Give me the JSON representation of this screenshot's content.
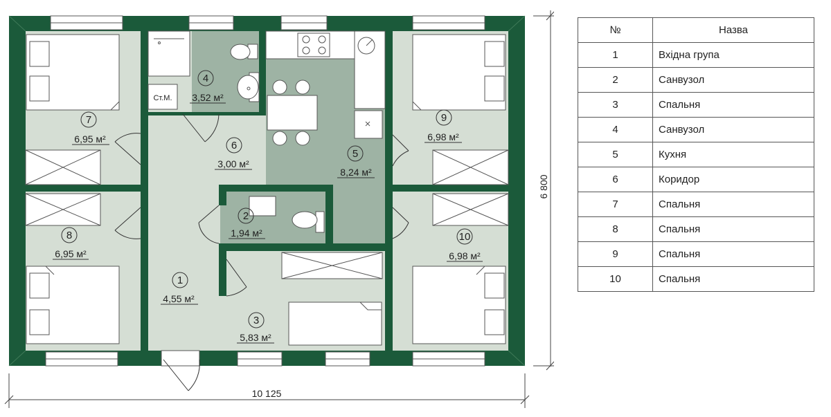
{
  "plan": {
    "overall_width_label": "10 125",
    "overall_height_label": "6 800",
    "closet_label": "Ст.М.",
    "rooms": [
      {
        "num": "1",
        "area": "4,55 м²"
      },
      {
        "num": "2",
        "area": "1,94 м²"
      },
      {
        "num": "3",
        "area": "5,83 м²"
      },
      {
        "num": "4",
        "area": "3,52 м²"
      },
      {
        "num": "5",
        "area": "8,24 м²"
      },
      {
        "num": "6",
        "area": "3,00 м²"
      },
      {
        "num": "7",
        "area": "6,95 м²"
      },
      {
        "num": "8",
        "area": "6,95 м²"
      },
      {
        "num": "9",
        "area": "6,98 м²"
      },
      {
        "num": "10",
        "area": "6,98 м²"
      }
    ],
    "colors": {
      "wall": "#1b5a3a",
      "floor_light": "#d5ded4",
      "floor_dark": "#9eb3a4",
      "furniture": "#ffffff"
    }
  },
  "legend": {
    "headers": [
      "№",
      "Назва"
    ],
    "rows": [
      {
        "n": "1",
        "name": "Вхідна група"
      },
      {
        "n": "2",
        "name": "Санвузол"
      },
      {
        "n": "3",
        "name": "Спальня"
      },
      {
        "n": "4",
        "name": "Санвузол"
      },
      {
        "n": "5",
        "name": "Кухня"
      },
      {
        "n": "6",
        "name": "Коридор"
      },
      {
        "n": "7",
        "name": "Спальня"
      },
      {
        "n": "8",
        "name": "Спальня"
      },
      {
        "n": "9",
        "name": "Спальня"
      },
      {
        "n": "10",
        "name": "Спальня"
      }
    ]
  }
}
